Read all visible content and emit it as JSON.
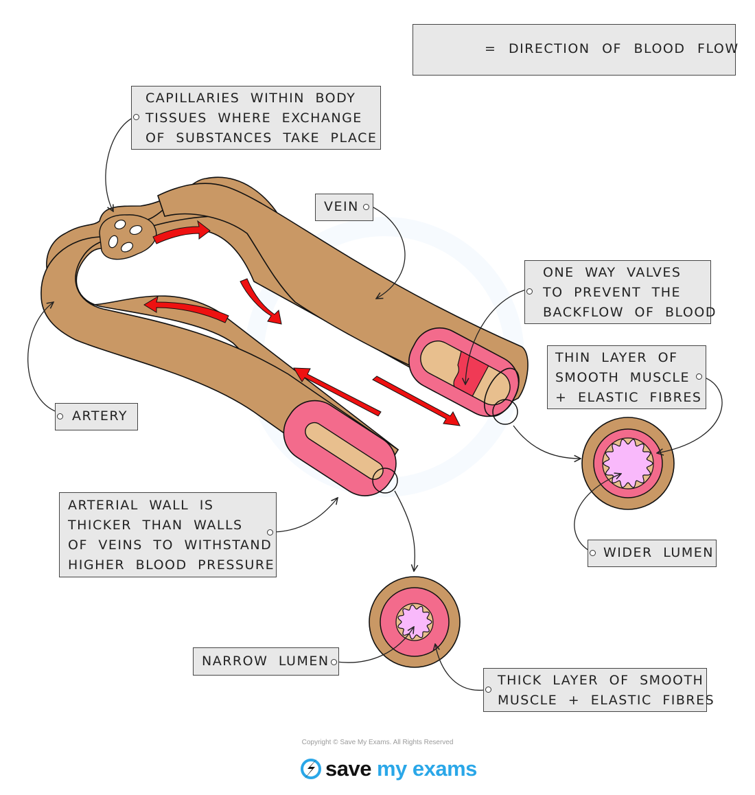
{
  "legend": {
    "icon": "red-arrow-left-icon",
    "text": "= DIRECTION  OF  BLOOD  FLOW"
  },
  "labels": {
    "capillaries": [
      "CAPILLARIES  WITHIN  BODY",
      "TISSUES  WHERE  EXCHANGE",
      "OF  SUBSTANCES  TAKE  PLACE"
    ],
    "vein": [
      "VEIN"
    ],
    "artery": [
      "ARTERY"
    ],
    "valves": [
      "ONE  WAY  VALVES",
      "TO  PREVENT  THE",
      "BACKFLOW  OF  BLOOD"
    ],
    "thin_layer": [
      "THIN  LAYER  OF",
      "SMOOTH  MUSCLE",
      "+ ELASTIC  FIBRES"
    ],
    "arterial_wall": [
      "ARTERIAL  WALL  IS",
      "THICKER  THAN  WALLS",
      "OF  VEINS  TO  WITHSTAND",
      "HIGHER  BLOOD  PRESSURE"
    ],
    "wider_lumen": [
      "WIDER  LUMEN"
    ],
    "narrow_lumen": [
      "NARROW  LUMEN"
    ],
    "thick_layer": [
      "THICK  LAYER  OF  SMOOTH",
      "MUSCLE + ELASTIC  FIBRES"
    ]
  },
  "colors": {
    "outer_wall": "#c99865",
    "muscle_layer": "#f36b8c",
    "inner_tissue": "#e8bf8e",
    "lumen": "#f9b9fb",
    "valve": "#f03a55",
    "flow_arrow": "#ee1111",
    "label_bg": "#e8e8e8",
    "brand_blue": "#2aa7e8"
  },
  "footer": {
    "copyright": "Copyright © Save My Exams. All Rights Reserved",
    "logo_word1": "save",
    "logo_word2": "my exams",
    "logo_icon": "lightning-bolt-icon"
  }
}
